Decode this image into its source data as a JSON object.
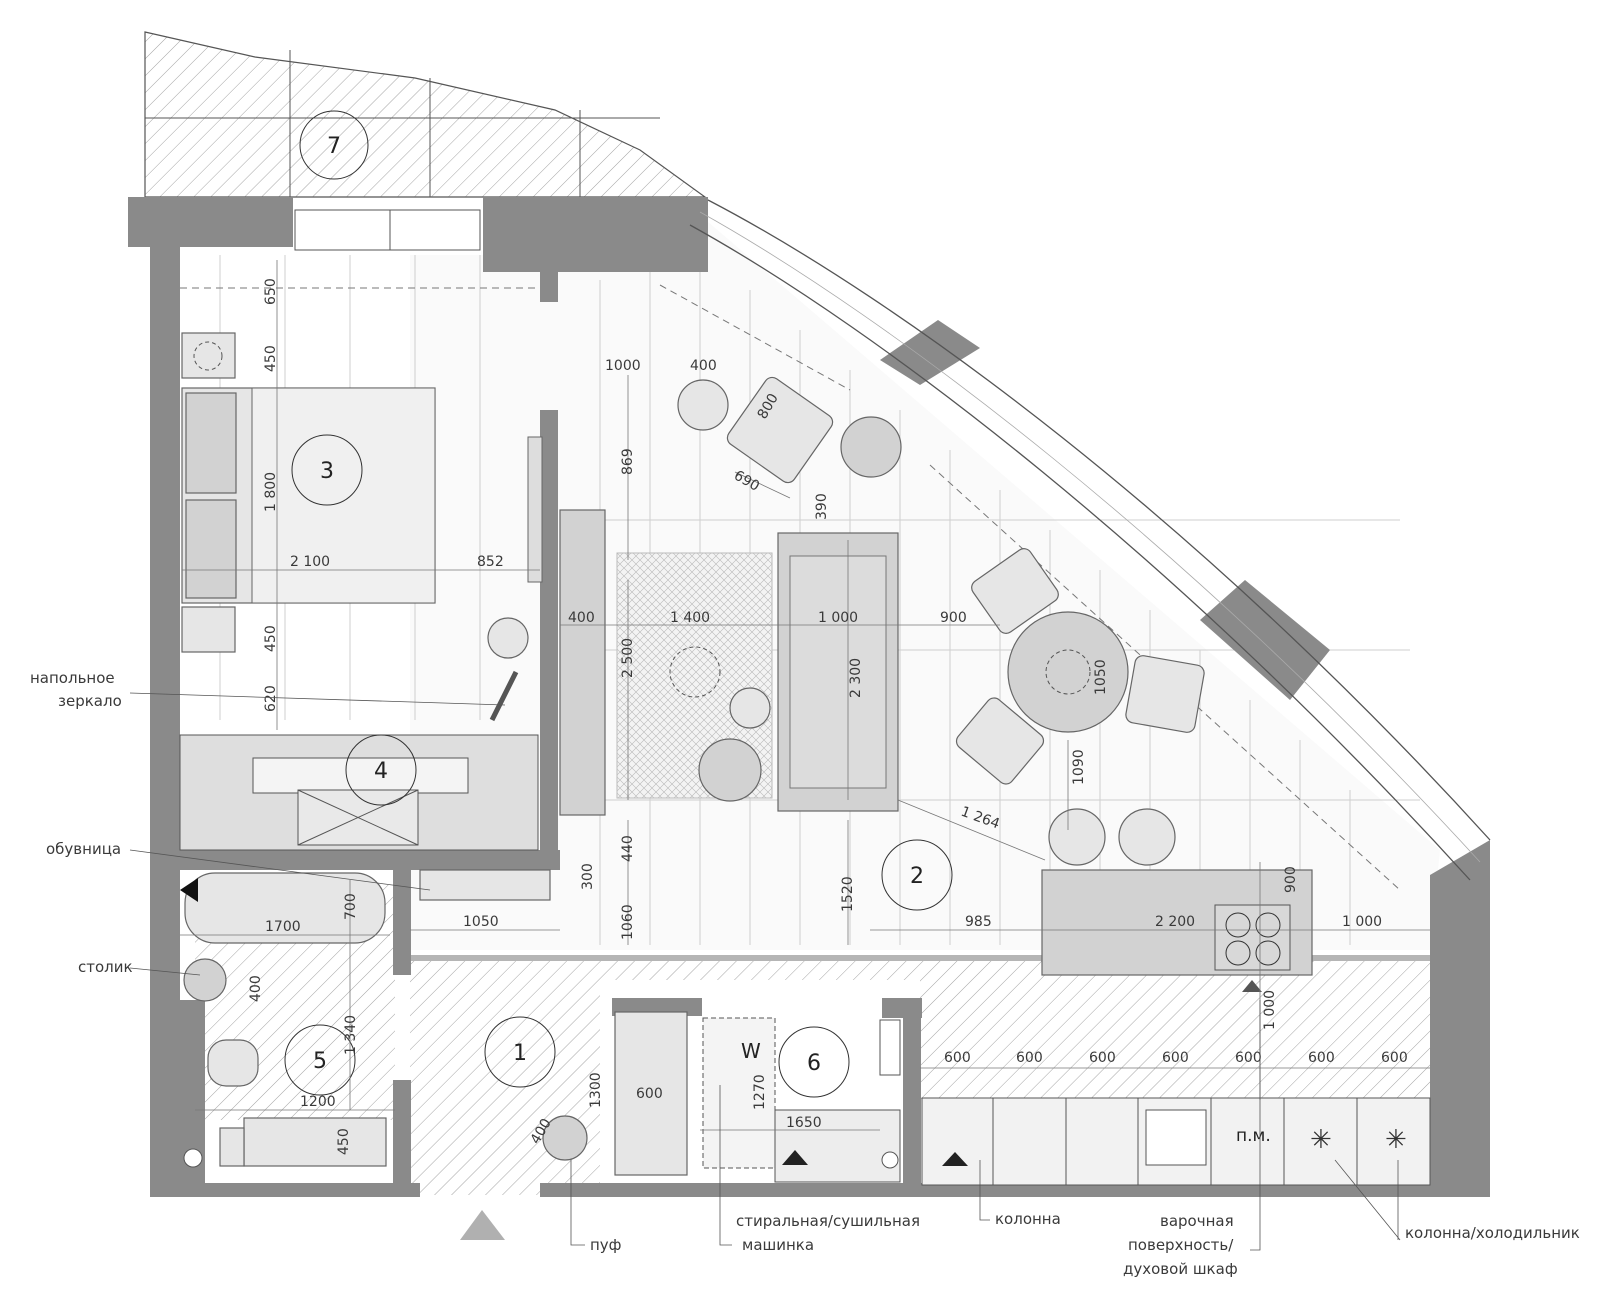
{
  "rooms": [
    {
      "number": "1"
    },
    {
      "number": "2"
    },
    {
      "number": "3"
    },
    {
      "number": "4"
    },
    {
      "number": "5"
    },
    {
      "number": "6"
    },
    {
      "number": "7"
    }
  ],
  "labels": {
    "floor_mirror_line1": "напольное",
    "floor_mirror_line2": "зеркало",
    "shoe_cabinet": "обувница",
    "side_table": "столик",
    "pouf": "пуф",
    "washer_line1": "стиральная/сушильная",
    "washer_line2": "машинка",
    "column": "колонна",
    "hob_line1": "варочная",
    "hob_line2": "поверхность/",
    "hob_line3": "духовой шкаф",
    "column_fridge": "колонна/холодильник",
    "dishwasher": "п.м.",
    "washer_symbol": "W"
  },
  "dimensions": {
    "d650": "650",
    "d450a": "450",
    "d1800": "1 800",
    "d2100": "2 100",
    "d852": "852",
    "d450b": "450",
    "d620": "620",
    "d1000a": "1000",
    "d400a": "400",
    "d800": "800",
    "d869": "869",
    "d690": "690",
    "d390": "390",
    "d400b": "400",
    "d1400": "1 400",
    "d1000b": "1 000",
    "d900a": "900",
    "d2500": "2 500",
    "d2300": "2 300",
    "d1050a": "1050",
    "d1090": "1090",
    "d1264": "1 264",
    "d440": "440",
    "d300": "300",
    "d1520": "1520",
    "d900b": "900",
    "d1700": "1700",
    "d700": "700",
    "d1050b": "1050",
    "d1060": "1060",
    "d985": "985",
    "d2200": "2 200",
    "d1000c": "1 000",
    "d400c": "400",
    "d1340": "1 340",
    "d1200": "1200",
    "d1300": "1300",
    "d600a": "600",
    "d1270": "1270",
    "d1650": "1650",
    "d400d": "400",
    "d450c": "450",
    "d1000d": "1 000",
    "k600": [
      "600",
      "600",
      "600",
      "600",
      "600",
      "600",
      "600"
    ]
  }
}
